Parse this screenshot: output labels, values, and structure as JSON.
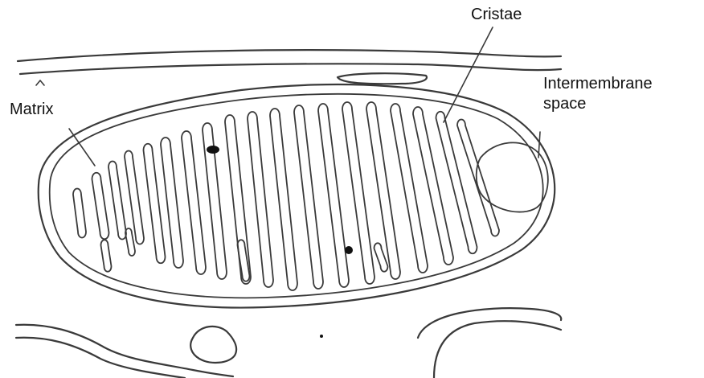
{
  "labels": {
    "cristae": "Cristae",
    "matrix": "Matrix",
    "intermembrane_line1": "Intermembrane",
    "intermembrane_line2": "space"
  },
  "colors": {
    "ink": "#3a3a3a",
    "background": "#ffffff"
  }
}
